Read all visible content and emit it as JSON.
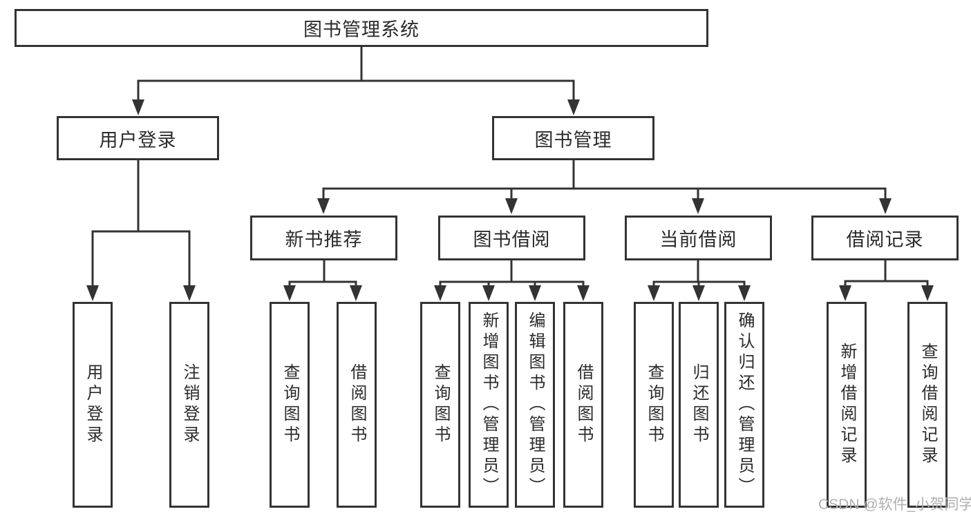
{
  "colors": {
    "background": "#ffffff",
    "line": "#333333",
    "box_border": "#333333",
    "text": "#2b2b2b",
    "watermark": "#b0b0b0"
  },
  "watermark": {
    "text": "CSDN @软件_小贺同学"
  },
  "tree": {
    "root": {
      "label": "图书管理系统"
    },
    "children": [
      {
        "label": "用户登录",
        "children": [
          {
            "label": "用户登录"
          },
          {
            "label": "注销登录"
          }
        ]
      },
      {
        "label": "图书管理",
        "children": [
          {
            "label": "新书推荐",
            "children": [
              {
                "label": "查询图书"
              },
              {
                "label": "借阅图书"
              }
            ]
          },
          {
            "label": "图书借阅",
            "children": [
              {
                "label": "查询图书"
              },
              {
                "label": "新增图书（管理员）"
              },
              {
                "label": "编辑图书（管理员）"
              },
              {
                "label": "借阅图书"
              }
            ]
          },
          {
            "label": "当前借阅",
            "children": [
              {
                "label": "查询图书"
              },
              {
                "label": "归还图书"
              },
              {
                "label": "确认归还（管理员）"
              }
            ]
          },
          {
            "label": "借阅记录",
            "children": [
              {
                "label": "新增借阅记录"
              },
              {
                "label": "查询借阅记录"
              }
            ]
          }
        ]
      }
    ]
  }
}
